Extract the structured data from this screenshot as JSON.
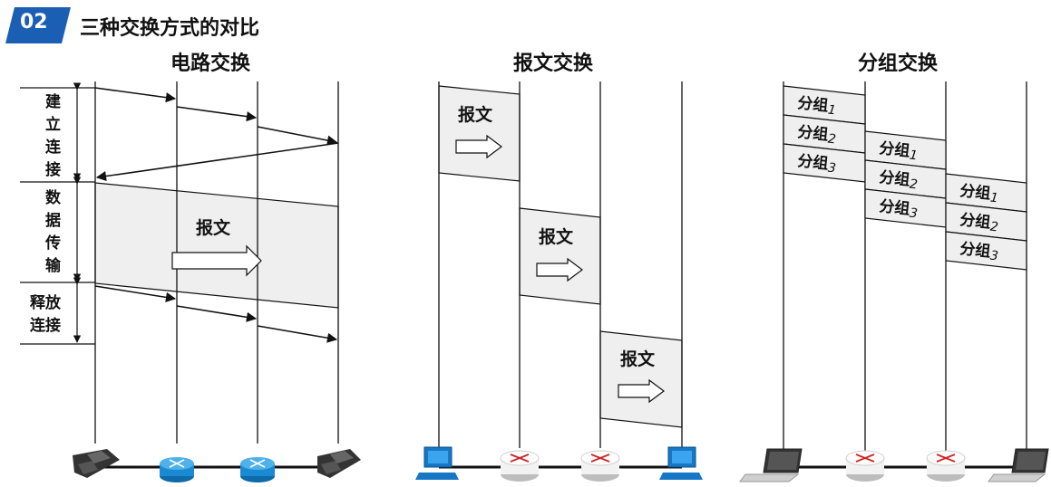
{
  "badge": "02",
  "title": "三种交换方式的对比",
  "sections": {
    "circuit": {
      "title": "电路交换",
      "phases": [
        "建立连接",
        "数据传输",
        "释放连接"
      ],
      "message": "报文"
    },
    "message": {
      "title": "报文交换",
      "message": "报文"
    },
    "packet": {
      "title": "分组交换",
      "packet_label": "分组",
      "packet_numbers": [
        "1",
        "2",
        "3"
      ]
    }
  },
  "colors": {
    "badge": "#1a5fb4",
    "band_fill": "#efefef",
    "line": "#111111",
    "router_blue": "#1a8ad4",
    "router_white": "#f2f2f2",
    "router_red": "#d22222",
    "host_blue": "#1677c4"
  }
}
